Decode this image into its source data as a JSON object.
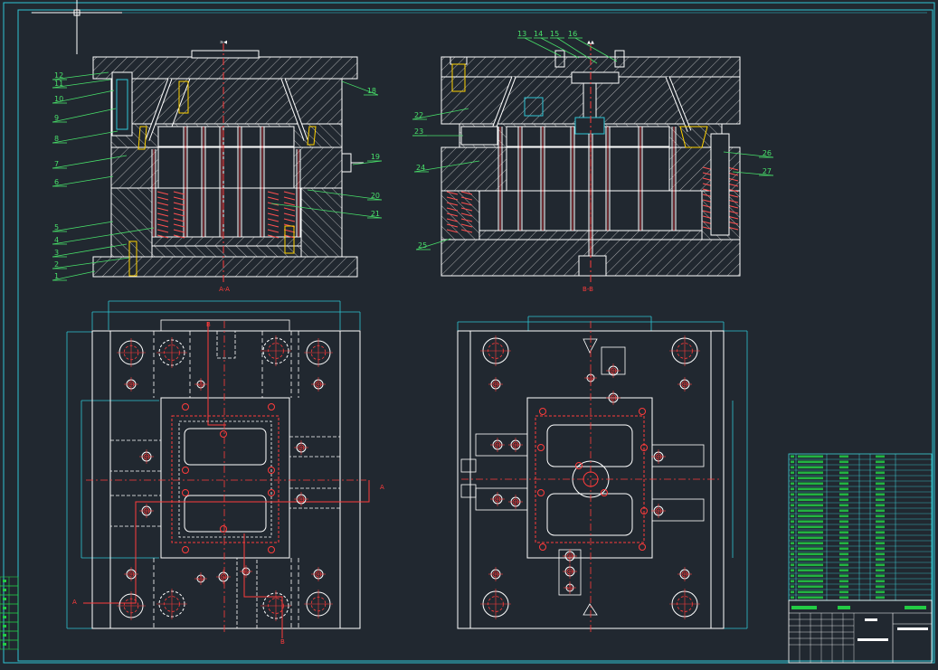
{
  "drawing": {
    "section_a_label": "A-A",
    "section_b_label": "B-B",
    "cut_a_letter": "A",
    "cut_b_letter": "B"
  },
  "colors": {
    "background": "#212830",
    "outline": "#ffffff",
    "hatch": "#cfcfcf",
    "dimension": "#2ec5d3",
    "leader": "#48e06a",
    "center": "#ff3b3b",
    "hidden": "#ff3b3b",
    "spring": "#ff5050",
    "accent": "#ffd200",
    "titleblock": "#3fd2d8",
    "highlight": "#22cc44"
  },
  "balloons_left": [
    "12",
    "11",
    "10",
    "9",
    "8",
    "7",
    "6",
    "5",
    "4",
    "3",
    "2",
    "1",
    "18",
    "19",
    "20",
    "21"
  ],
  "balloons_right": [
    "13",
    "14",
    "15",
    "16",
    "22",
    "23",
    "24",
    "25",
    "26",
    "27"
  ],
  "bom_rows": 27
}
